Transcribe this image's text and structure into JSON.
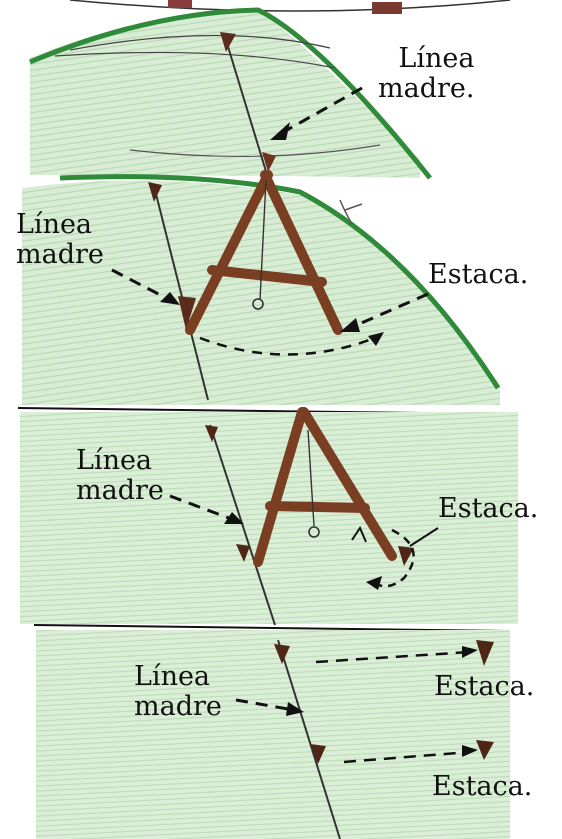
{
  "panels": [
    {
      "id": "slope-top",
      "labels": {
        "mother_line": "Línea\nmadre.",
        "mother_line_2": "Línea\nmadre",
        "stake": "Estaca."
      }
    },
    {
      "id": "flat-middle",
      "labels": {
        "mother_line": "Línea\nmadre",
        "stake": "Estaca."
      }
    },
    {
      "id": "flat-bottom",
      "labels": {
        "mother_line": "Línea\nmadre",
        "stake_1": "Estaca.",
        "stake_2": "Estaca."
      }
    }
  ],
  "colors": {
    "grass": "#2f8a3a",
    "grass_fill": "#c9e4c4",
    "wood": "#7a3e22",
    "ink": "#111111"
  },
  "icons": [
    "a-frame-level-icon",
    "stake-icon",
    "plumb-bob-icon"
  ]
}
